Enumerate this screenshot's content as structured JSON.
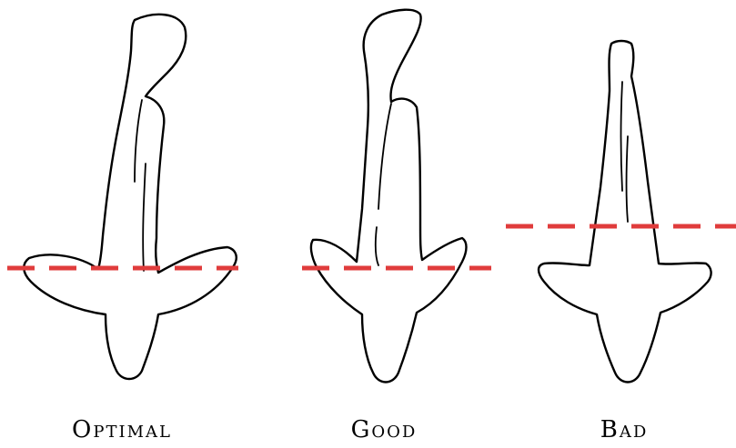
{
  "panels": [
    {
      "label": "Optimal"
    },
    {
      "label": "Good"
    },
    {
      "label": "Bad"
    }
  ],
  "colors": {
    "cut_line": "#e03c3c",
    "outline": "#000000",
    "background": "#ffffff"
  }
}
